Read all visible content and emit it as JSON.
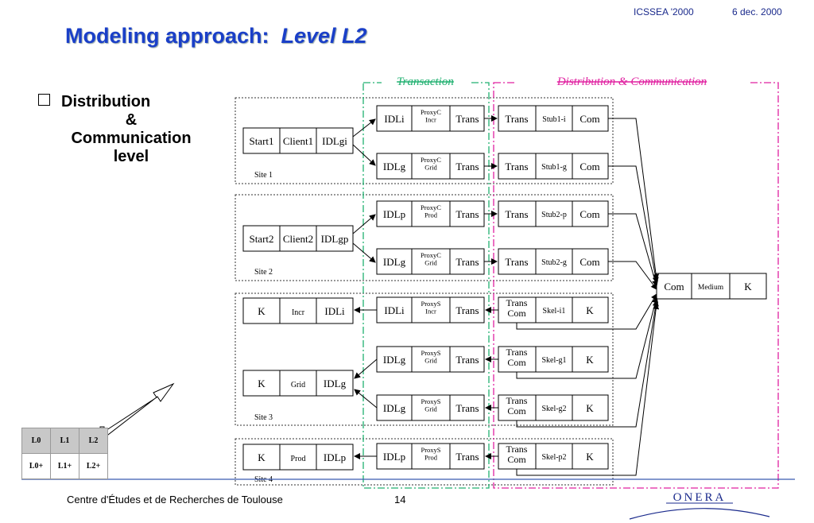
{
  "header": {
    "conference": "ICSSEA '2000",
    "date": "6 dec. 2000"
  },
  "title": {
    "main": "Modeling  approach:",
    "level": "Level L2"
  },
  "bullet": {
    "line1": "Distribution",
    "line2": "&",
    "line3": "Communication",
    "line4": "level"
  },
  "footer": {
    "org": "Centre d'Études et de Recherches de Toulouse",
    "page": "14",
    "logo": "ONERA"
  },
  "levels": {
    "top": [
      "L0",
      "L1",
      "L2"
    ],
    "bottom": [
      "L0+",
      "L1+",
      "L2+"
    ]
  },
  "zones": {
    "transaction": "Transaction",
    "distribution": "Distribution & Communication"
  },
  "colors": {
    "title": "#1a3fc8",
    "transaction": "#20b070",
    "distribution": "#e020a0",
    "header": "#1a2a8c"
  },
  "sites": [
    "Site 1",
    "Site 2",
    "Site 3",
    "Site 4"
  ],
  "rows": [
    {
      "left": [
        "Start1",
        "Client1",
        "IDLgi"
      ],
      "mid": [
        "IDLi",
        "ProxyC Incr",
        "Trans"
      ],
      "right": [
        "Trans",
        "Stub1-i",
        "Com"
      ]
    },
    {
      "mid": [
        "IDLg",
        "ProxyC Grid",
        "Trans"
      ],
      "right": [
        "Trans",
        "Stub1-g",
        "Com"
      ]
    },
    {
      "left": [
        "Start2",
        "Client2",
        "IDLgp"
      ],
      "mid": [
        "IDLp",
        "ProxyC Prod",
        "Trans"
      ],
      "right": [
        "Trans",
        "Stub2-p",
        "Com"
      ]
    },
    {
      "mid": [
        "IDLg",
        "ProxyC Grid",
        "Trans"
      ],
      "right": [
        "Trans",
        "Stub2-g",
        "Com"
      ]
    },
    {
      "left": [
        "K",
        "Incr",
        "IDLi"
      ],
      "mid": [
        "IDLi",
        "ProxyS Incr",
        "Trans"
      ],
      "right": [
        "Trans Com",
        "Skel-i1",
        "K"
      ]
    },
    {
      "mid": [
        "IDLg",
        "ProxyS Grid",
        "Trans"
      ],
      "right": [
        "Trans Com",
        "Skel-g1",
        "K"
      ]
    },
    {
      "left": [
        "K",
        "Grid",
        "IDLg"
      ],
      "mid": [
        "IDLg",
        "ProxyS Grid",
        "Trans"
      ],
      "right": [
        "Trans Com",
        "Skel-g2",
        "K"
      ]
    },
    {
      "left": [
        "K",
        "Prod",
        "IDLp"
      ],
      "mid": [
        "IDLp",
        "ProxyS Prod",
        "Trans"
      ],
      "right": [
        "Trans Com",
        "Skel-p2",
        "K"
      ]
    }
  ],
  "medium": [
    "Com",
    "Medium",
    "K"
  ]
}
